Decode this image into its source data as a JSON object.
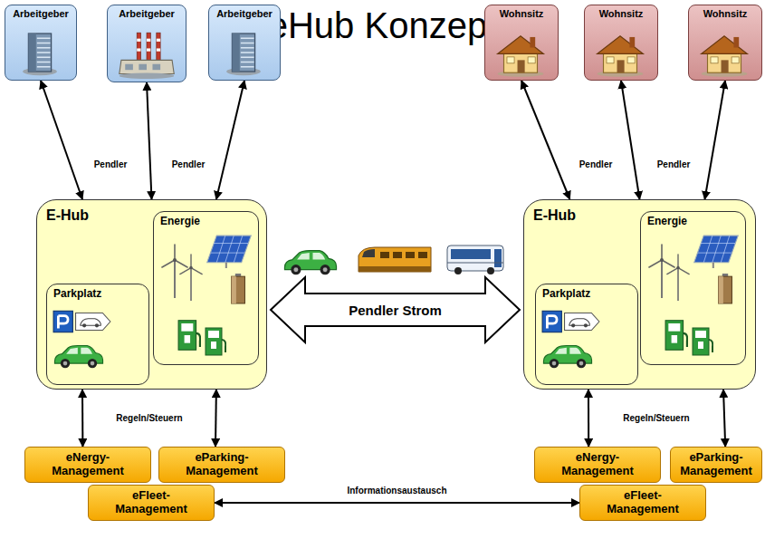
{
  "diagram": {
    "title": "eHub Konzept",
    "nodes": [
      {
        "text": [
          "Arbeitgeber"
        ]
      },
      {
        "text": [
          "Arbeitgeber"
        ]
      },
      {
        "text": [
          "Arbeitgeber"
        ]
      },
      {
        "text": [
          "Wohnsitz"
        ]
      },
      {
        "text": [
          "Wohnsitz"
        ]
      },
      {
        "text": [
          "Wohnsitz"
        ]
      },
      {
        "text": [
          "E-Hub"
        ]
      },
      {
        "text": [
          "Energie"
        ],
        "in": 6
      },
      {
        "text": [
          "Parkplatz"
        ],
        "in": 6
      },
      {
        "text": [
          "E-Hub"
        ]
      },
      {
        "text": [
          "Energie"
        ],
        "in": 9
      },
      {
        "text": [
          "Parkplatz"
        ],
        "in": 9
      },
      {
        "text": [
          "eNergy-Management"
        ]
      },
      {
        "text": [
          "eParking-Management"
        ]
      },
      {
        "text": [
          "eFleet-Management"
        ]
      },
      {
        "text": [
          "eNergy-Management"
        ]
      },
      {
        "text": [
          "eParking-Management"
        ]
      },
      {
        "text": [
          "eFleet-Management"
        ]
      }
    ],
    "edges": [
      {
        "from": 0,
        "to": 6,
        "arrow": "both"
      },
      {
        "from": 1,
        "to": 6,
        "arrow": "both"
      },
      {
        "from": 2,
        "to": 6,
        "arrow": "both"
      },
      {
        "from": 3,
        "to": 9,
        "arrow": "both"
      },
      {
        "from": 4,
        "to": 9,
        "arrow": "both"
      },
      {
        "from": 5,
        "to": 9,
        "arrow": "both"
      },
      {
        "from": 6,
        "to": 9,
        "label": "Pendler Strom",
        "arrow": "both"
      },
      {
        "from": 6,
        "to": 12,
        "arrow": "both"
      },
      {
        "from": 6,
        "to": 13,
        "arrow": "both"
      },
      {
        "from": 9,
        "to": 15,
        "arrow": "both"
      },
      {
        "from": 9,
        "to": 16,
        "arrow": "both"
      },
      {
        "from": 14,
        "to": 17,
        "label": "Informationsaustausch",
        "arrow": "both"
      }
    ],
    "labels": [
      "Pendler",
      "Pendler",
      "Pendler",
      "Pendler",
      "Regeln/Steuern",
      "Regeln/Steuern"
    ]
  }
}
